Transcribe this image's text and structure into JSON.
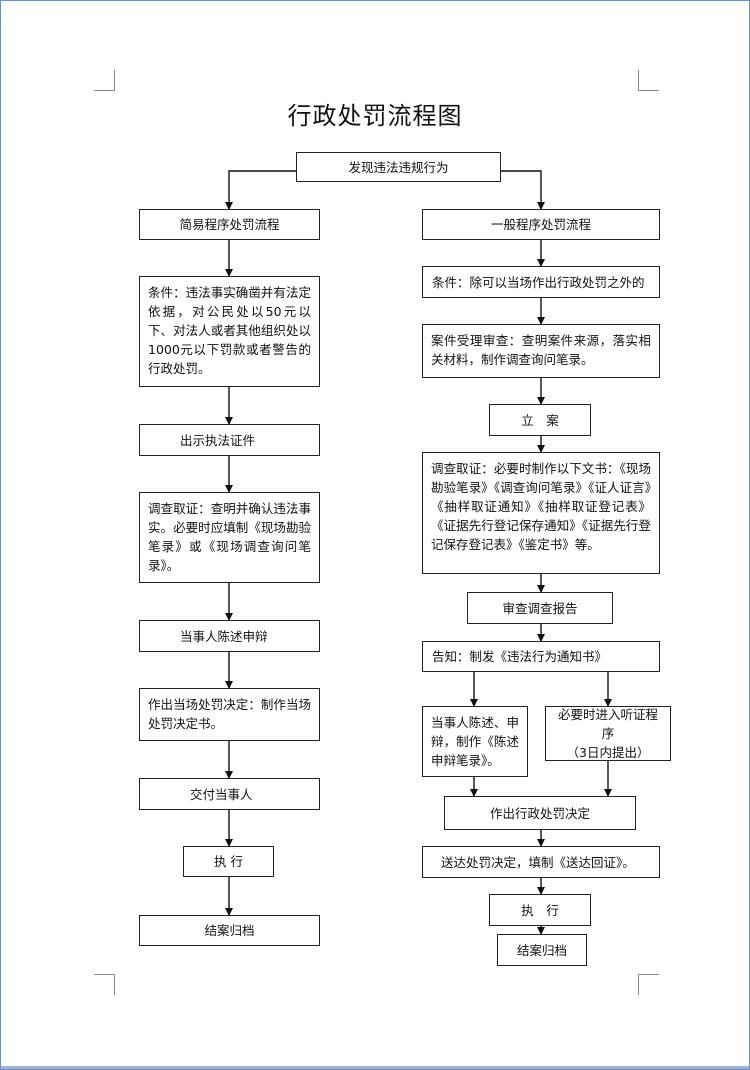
{
  "title": "行政处罚流程图",
  "nodes": {
    "start": "发现违法违规行为",
    "simple": {
      "header": "简易程序处罚流程",
      "condition": "条件：违法事实确凿并有法定依据，对公民处以50元以下、对法人或者其他组织处以1000元以下罚款或者警告的行政处罚。",
      "show_cert": "出示执法证件",
      "investigate": "调查取证：查明并确认违法事实。必要时应填制《现场勘验笔录》或《现场调查询问笔录》。",
      "statement": "当事人陈述申辩",
      "decision": "作出当场处罚决定：制作当场处罚决定书。",
      "deliver": "交付当事人",
      "execute": "执 行",
      "archive": "结案归档"
    },
    "general": {
      "header": "一般程序处罚流程",
      "condition": "条件：除可以当场作出行政处罚之外的",
      "review": "案件受理审查：查明案件来源，落实相关材料，制作调查询问笔录。",
      "file_case": "立　案",
      "investigate": "调查取证：必要时制作以下文书：《现场勘验笔录》《调查询问笔录》《证人证言》《抽样取证通知》《抽样取证登记表》《证据先行登记保存通知》《证据先行登记保存登记表》《鉴定书》等。",
      "report": "审查调查报告",
      "notify": "告知：制发《违法行为通知书》",
      "statement": "当事人陈述、申辩，制作《陈述申辩笔录》。",
      "hearing_line1": "必要时进入听证程序",
      "hearing_line2": "（3日内提出）",
      "decision": "作出行政处罚决定",
      "serve": "送达处罚决定，填制《送达回证》。",
      "execute": "执　行",
      "archive": "结案归档"
    }
  }
}
